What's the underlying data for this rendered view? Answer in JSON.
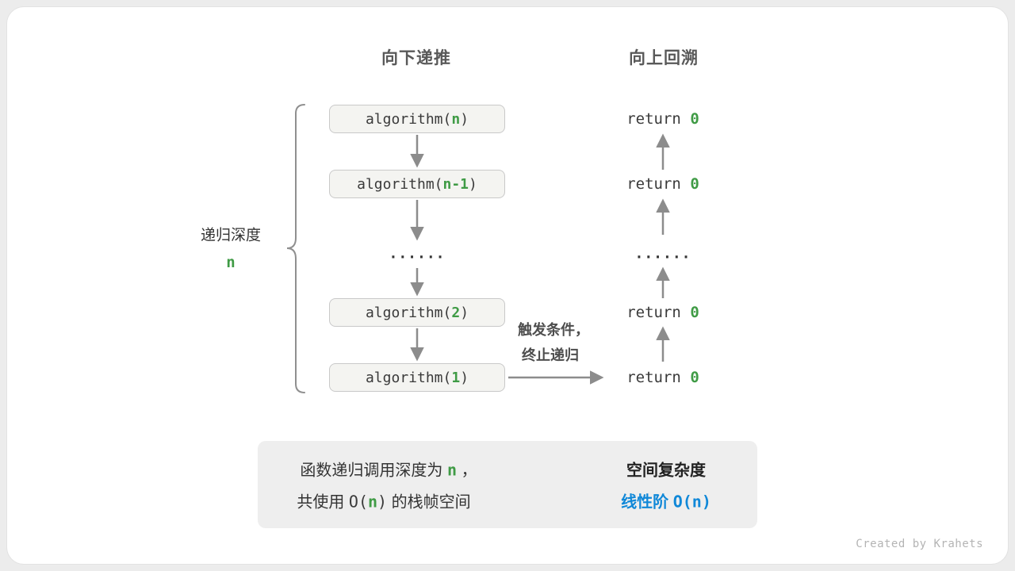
{
  "headers": {
    "left": "向下递推",
    "right": "向上回溯"
  },
  "depth": {
    "label": "递归深度",
    "value": "n"
  },
  "calls": [
    {
      "prefix": "algorithm(",
      "arg": "n",
      "suffix": ")"
    },
    {
      "prefix": "algorithm(",
      "arg": "n-1",
      "suffix": ")"
    },
    {
      "prefix": "algorithm(",
      "arg": "2",
      "suffix": ")"
    },
    {
      "prefix": "algorithm(",
      "arg": "1",
      "suffix": ")"
    }
  ],
  "ellipsis": "......",
  "returns": [
    {
      "keyword": "return ",
      "value": "0"
    },
    {
      "keyword": "return ",
      "value": "0"
    },
    {
      "keyword": "return ",
      "value": "0"
    },
    {
      "keyword": "return ",
      "value": "0"
    }
  ],
  "trigger": {
    "line1": "触发条件，",
    "line2": "终止递归"
  },
  "summary": {
    "line1": {
      "pre": "函数递归调用深度为 ",
      "n": "n",
      "post": " ，"
    },
    "line2": {
      "pre": "共使用 ",
      "code_pre": "O(",
      "n": "n",
      "code_post": ")",
      "post": " 的栈帧空间"
    },
    "result_title": "空间复杂度",
    "result_value_text": "线性阶 ",
    "result_value_code": "O(n)"
  },
  "watermark": "Created by Krahets",
  "colors": {
    "green": "#3f9b45",
    "blue": "#1088d8",
    "arrow_gray": "#8c8c8c",
    "block_arrow_gray": "#bcbcbc",
    "box_bg": "#f4f4f1",
    "box_border": "#c9c9c9",
    "panel_bg": "#eeeeee",
    "card_bg": "#ffffff"
  }
}
